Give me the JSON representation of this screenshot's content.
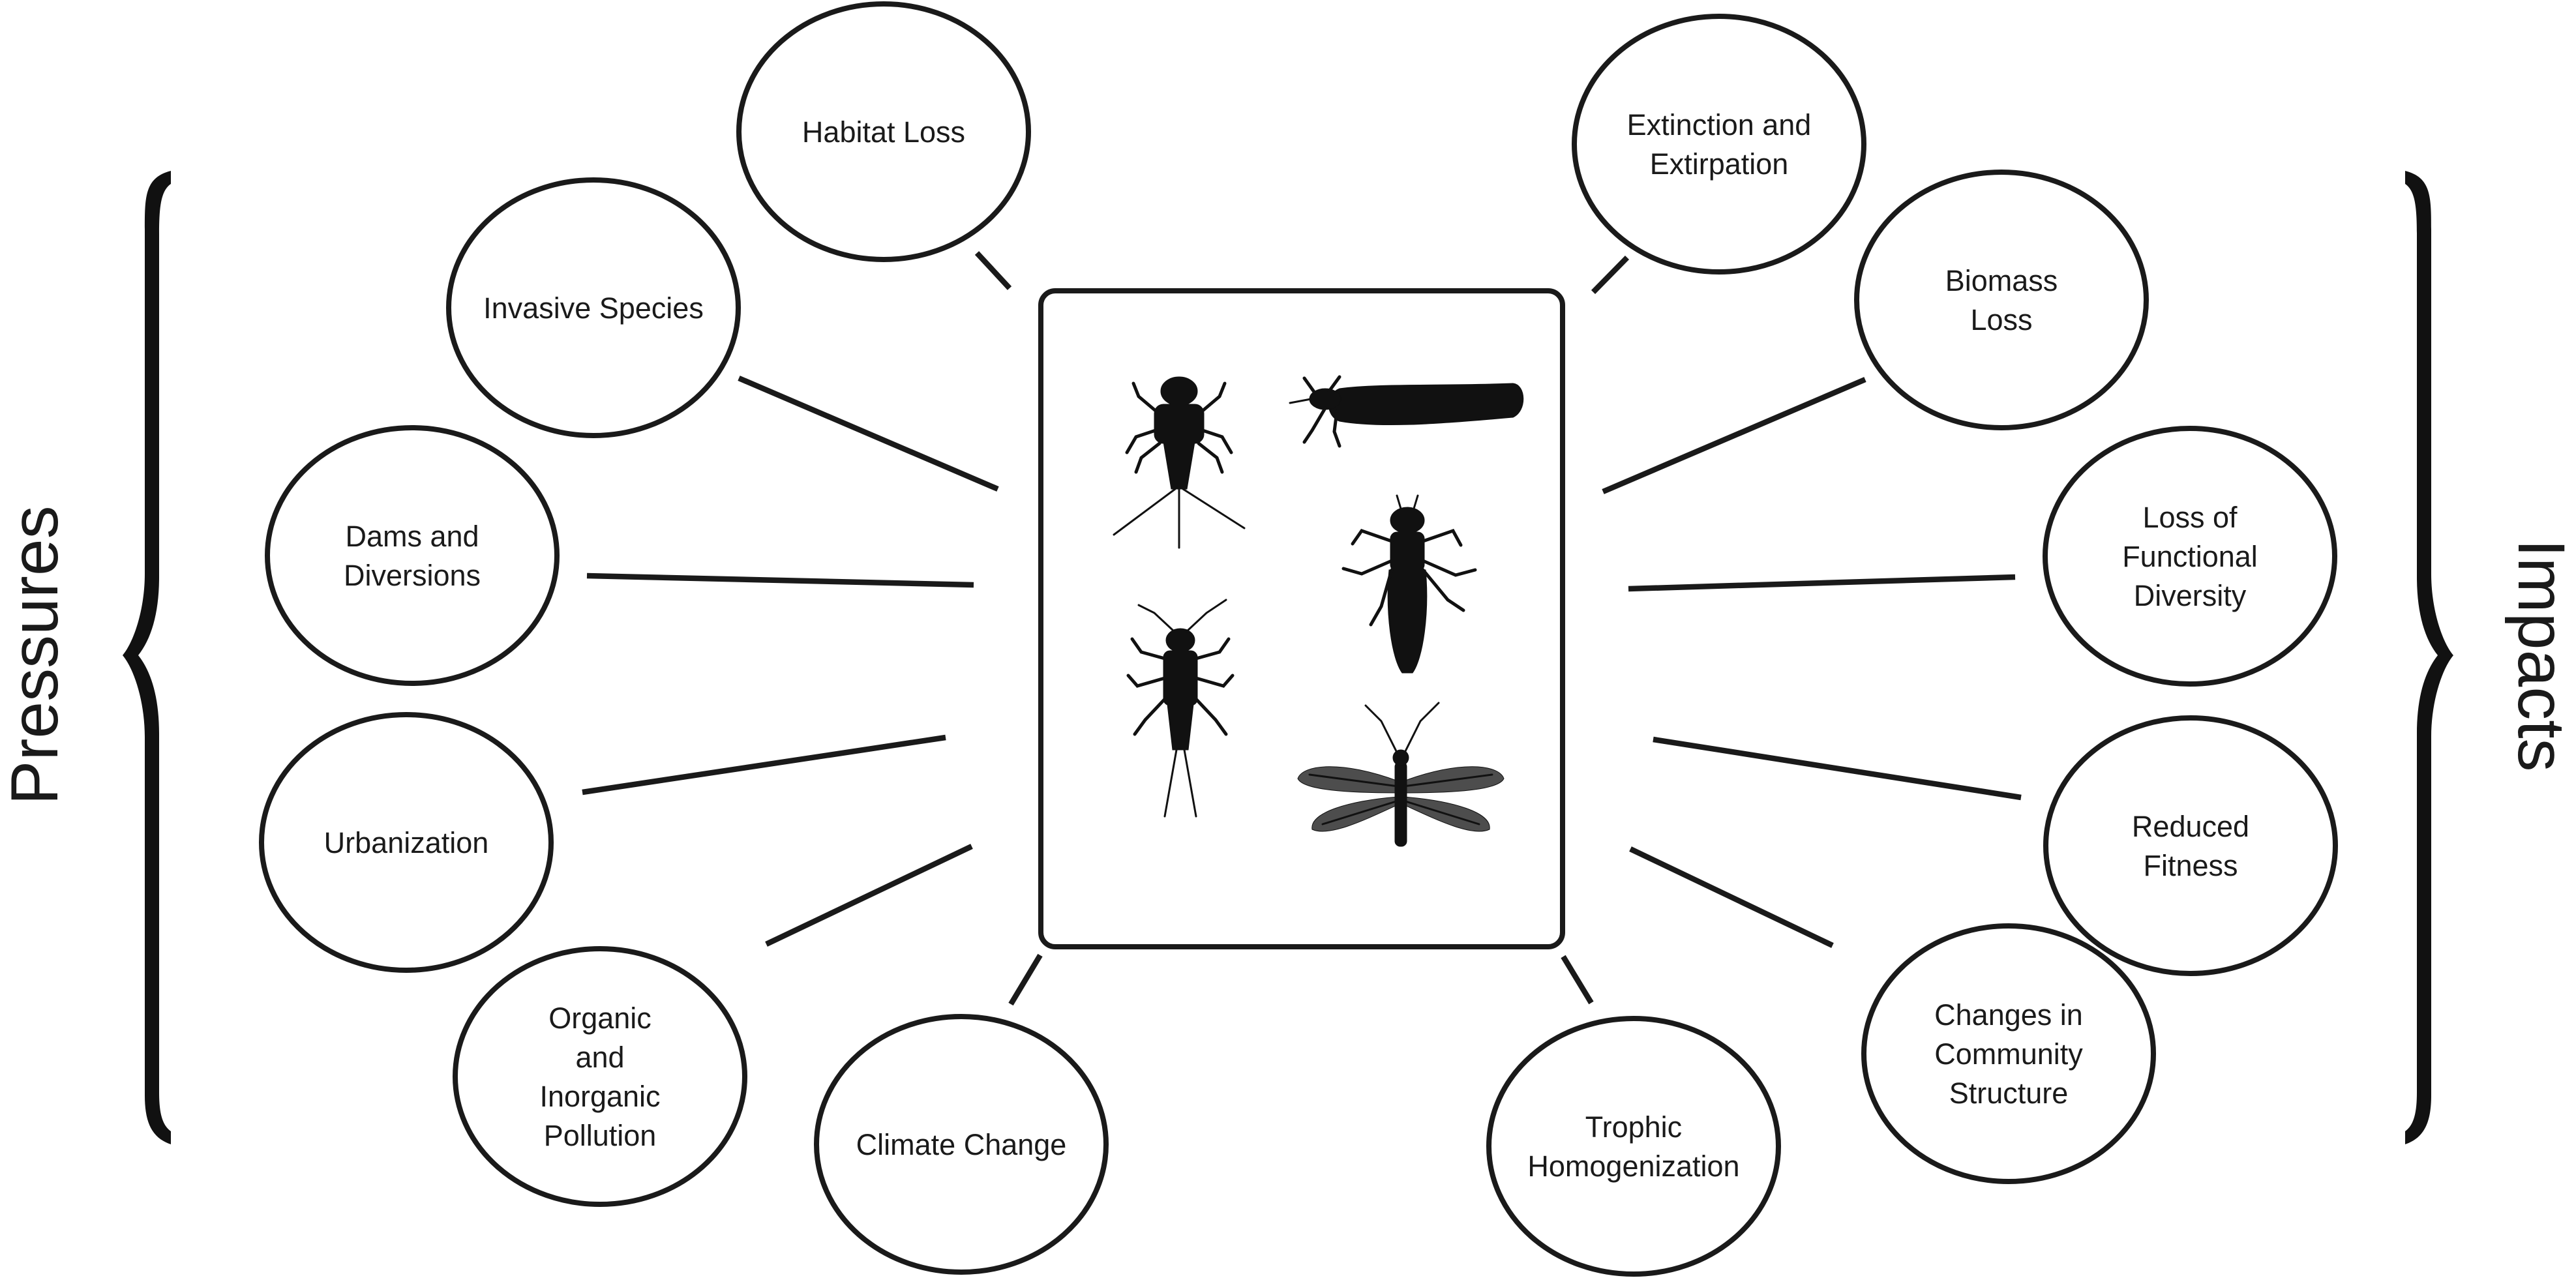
{
  "side_labels": {
    "left": "Pressures",
    "right": "Impacts"
  },
  "pressures": [
    {
      "id": "habitat-loss",
      "lines": [
        "Habitat Loss"
      ]
    },
    {
      "id": "invasive-species",
      "lines": [
        "Invasive Species"
      ]
    },
    {
      "id": "dams-and-diversions",
      "lines": [
        "Dams and",
        "Diversions"
      ]
    },
    {
      "id": "urbanization",
      "lines": [
        "Urbanization"
      ]
    },
    {
      "id": "organic-inorganic-pollution",
      "lines": [
        "Organic",
        "and",
        "Inorganic",
        "Pollution"
      ]
    },
    {
      "id": "climate-change",
      "lines": [
        "Climate Change"
      ]
    }
  ],
  "impacts": [
    {
      "id": "extinction-and-extirpation",
      "lines": [
        "Extinction and",
        "Extirpation"
      ]
    },
    {
      "id": "biomass-loss",
      "lines": [
        "Biomass",
        "Loss"
      ]
    },
    {
      "id": "loss-of-functional-diversity",
      "lines": [
        "Loss of",
        "Functional",
        "Diversity"
      ]
    },
    {
      "id": "reduced-fitness",
      "lines": [
        "Reduced",
        "Fitness"
      ]
    },
    {
      "id": "changes-in-community-structure",
      "lines": [
        "Changes in",
        "Community",
        "Structure"
      ]
    },
    {
      "id": "trophic-homogenization",
      "lines": [
        "Trophic",
        "Homogenization"
      ]
    }
  ],
  "center_panel": {
    "insect_icons": [
      "mayfly-nymph-icon",
      "caddisfly-larva-icon",
      "dragonfly-nymph-icon",
      "stonefly-nymph-icon",
      "adult-stonefly-icon"
    ]
  }
}
